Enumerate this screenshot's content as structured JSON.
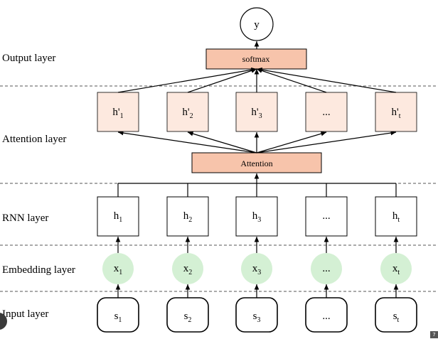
{
  "layers": {
    "output": "Output layer",
    "attention": "Attention layer",
    "rnn": "RNN layer",
    "embedding": "Embedding layer",
    "input": "Input layer"
  },
  "output_node": "y",
  "softmax_label": "softmax",
  "attention_label": "Attention",
  "columns": [
    {
      "input": "s",
      "input_sub": "1",
      "embed": "x",
      "embed_sub": "1",
      "rnn": "h",
      "rnn_sub": "1",
      "att": "h'",
      "att_sub": "1"
    },
    {
      "input": "s",
      "input_sub": "2",
      "embed": "x",
      "embed_sub": "2",
      "rnn": "h",
      "rnn_sub": "2",
      "att": "h'",
      "att_sub": "2"
    },
    {
      "input": "s",
      "input_sub": "3",
      "embed": "x",
      "embed_sub": "3",
      "rnn": "h",
      "rnn_sub": "3",
      "att": "h'",
      "att_sub": "3"
    },
    {
      "input": "...",
      "input_sub": "",
      "embed": "...",
      "embed_sub": "",
      "rnn": "...",
      "rnn_sub": "",
      "att": "...",
      "att_sub": ""
    },
    {
      "input": "s",
      "input_sub": "t",
      "embed": "x",
      "embed_sub": "t",
      "rnn": "h",
      "rnn_sub": "t",
      "att": "h'",
      "att_sub": "t"
    }
  ],
  "corner_tag": "7",
  "colors": {
    "attention_box_fill": "#f7c4ab",
    "hprime_fill": "#fde9df",
    "embedding_fill": "#d4f0d4",
    "line": "#000000",
    "divider": "#555555"
  }
}
